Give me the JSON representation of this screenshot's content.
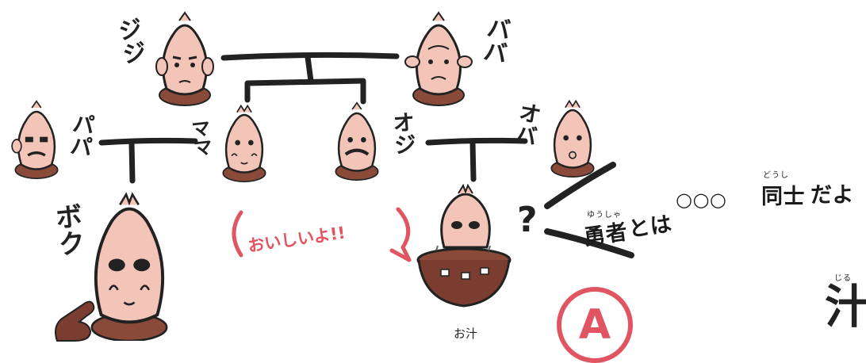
{
  "characters": {
    "jiji": "ジジ",
    "baba": "ババ",
    "papa": "パパ",
    "mama": "ママ",
    "oji": "オジ",
    "oba": "オバ",
    "boku": "ボク"
  },
  "speech_bubble": "おいしいよ!!",
  "question_mark": "?",
  "bowl_label": "お汁",
  "headline": {
    "part1": "勇者",
    "part1_ruby": "ゆうしゃ",
    "part2": "とは",
    "blanks": "○○○",
    "part3": "同士",
    "part3_ruby": "どうし",
    "part4": "だよ"
  },
  "answer_badge": "A",
  "right_char": "汁",
  "right_char_ruby": "じる",
  "colors": {
    "skin": "#f3c4b8",
    "skin_shade": "#e7a99c",
    "collar": "#8a4a3a",
    "bubble": "#e05561",
    "badge": "#e05561",
    "line": "#222222"
  }
}
